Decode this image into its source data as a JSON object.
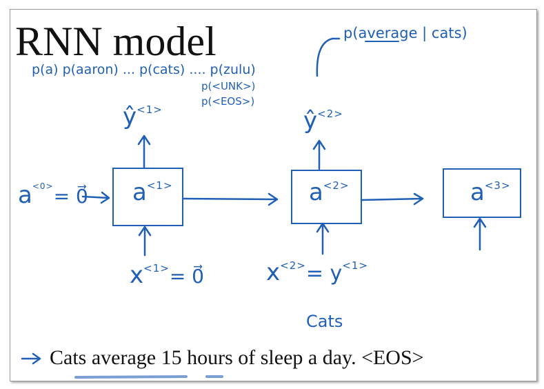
{
  "slide": {
    "title": "RNN model",
    "sentence": "Cats average 15 hours of sleep a day. <EOS>"
  },
  "annotations": {
    "probs_line": "p(a) p(aaron) ... p(cats) .... p(zulu)",
    "p_unk": "p(<UNK>)",
    "p_eos": "p(<EOS>)",
    "p_cond": "p(average | cats)",
    "a0": "a",
    "a0_sup": "<0>",
    "a0_eq": "= 0⃗",
    "y1": "ŷ",
    "y1_sup": "<1>",
    "y2": "ŷ",
    "y2_sup": "<2>",
    "a1": "a",
    "a1_sup": "<1>",
    "a2": "a",
    "a2_sup": "<2>",
    "a3": "a",
    "a3_sup": "<3>",
    "x1": "x",
    "x1_sup": "<1>",
    "x1_eq": "= 0⃗",
    "x2": "x",
    "x2_sup": "<2>",
    "x2_eq": "= y",
    "x2_eq_sup": "<1>",
    "cats_label": "Cats",
    "pointer": "→"
  },
  "colors": {
    "ink": "#1f5fb5",
    "text": "#111111",
    "frame": "#9a9a9a"
  }
}
